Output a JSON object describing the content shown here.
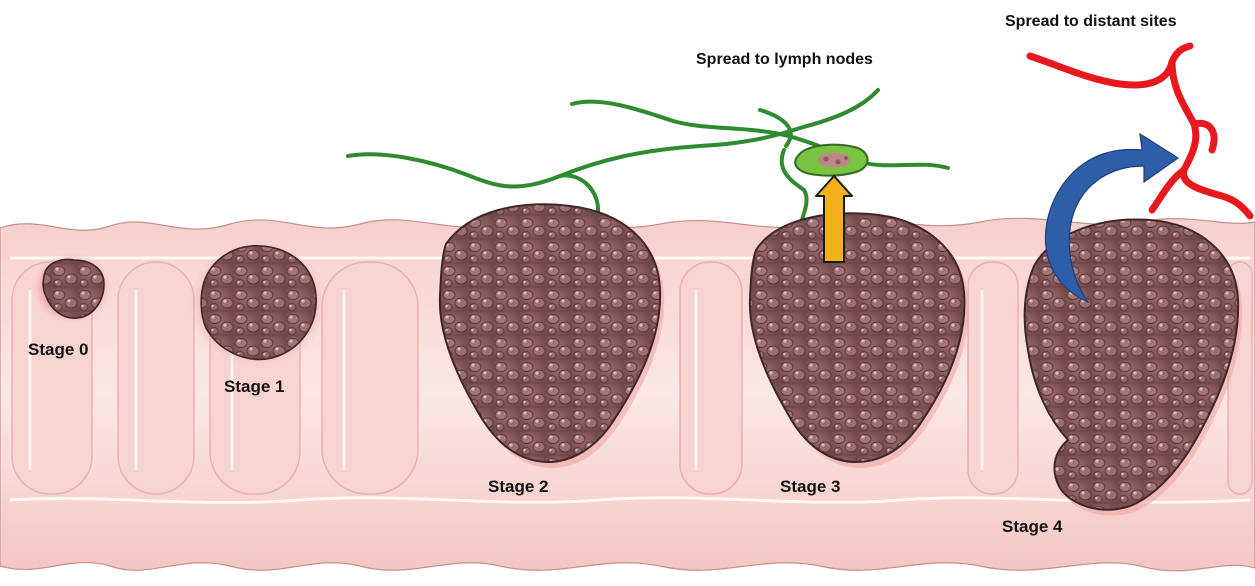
{
  "labels": {
    "lymph": "Spread to lymph nodes",
    "distant": "Spread to distant sites",
    "stage0": "Stage 0",
    "stage1": "Stage 1",
    "stage2": "Stage 2",
    "stage3": "Stage 3",
    "stage4": "Stage 4"
  },
  "colors": {
    "tissue_light": "#fbe6e3",
    "tissue_mid": "#f3c4c0",
    "tissue_edge": "#e79a99",
    "tumor": "#8a5a5c",
    "tumor_dark": "#6e4546",
    "tumor_highlight": "#b99394",
    "lymph_vessel": "#2e8b2e",
    "lymph_node": "#7cc242",
    "blood_vessel": "#e8191e",
    "arrow_blue": "#2f5ea8",
    "arrow_yellow": "#f2b01a"
  }
}
